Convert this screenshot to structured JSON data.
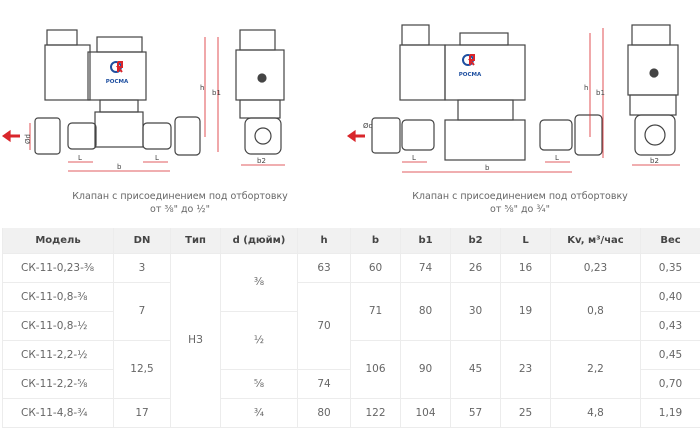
{
  "drawing_left": {
    "logo": "РОСМА",
    "labels": {
      "d": "Ød",
      "h": "h",
      "b1": "b1",
      "L": "L",
      "b": "b",
      "b2": "b2"
    },
    "caption": [
      "Клапан с присоединением под отбортовку",
      "от ⅜\" до ½\""
    ]
  },
  "drawing_right": {
    "logo": "РОСМА",
    "labels": {
      "d": "Ød",
      "h": "h",
      "b1": "b1",
      "L": "L",
      "b": "b",
      "b2": "b2"
    },
    "caption": [
      "Клапан с присоединением под отбортовку",
      "от ⅝\" до ¾\""
    ]
  },
  "colors": {
    "accent": "#d9262b",
    "line": "#444444",
    "header_bg": "#f1f1f1"
  },
  "table": {
    "headers": [
      "Модель",
      "DN",
      "Тип",
      "d (дюйм)",
      "h",
      "b",
      "b1",
      "b2",
      "L",
      "Kv, м³/час",
      "Вес"
    ],
    "rows": [
      {
        "model": "СК-11-0,23-⅜",
        "dn": "3",
        "type": "НЗ",
        "d": "⅜",
        "h": "63",
        "b": "60",
        "b1": "74",
        "b2": "26",
        "L": "16",
        "kv": "0,23",
        "w": "0,35"
      },
      {
        "model": "СК-11-0,8-⅜",
        "dn": "7",
        "w": "0,40",
        "h": "70",
        "b": "71",
        "b1": "80",
        "b2": "30",
        "L": "19",
        "kv": "0,8"
      },
      {
        "model": "СК-11-0,8-½",
        "d": "½",
        "w": "0,43"
      },
      {
        "model": "СК-11-2,2-½",
        "dn": "12,5",
        "b": "106",
        "b1": "90",
        "b2": "45",
        "L": "23",
        "kv": "2,2",
        "w": "0,45"
      },
      {
        "model": "СК-11-2,2-⅝",
        "d": "⅝",
        "h": "74",
        "w": "0,70"
      },
      {
        "model": "СК-11-4,8-¾",
        "dn": "17",
        "d": "¾",
        "h": "80",
        "b": "122",
        "b1": "104",
        "b2": "57",
        "L": "25",
        "kv": "4,8",
        "w": "1,19"
      }
    ]
  }
}
